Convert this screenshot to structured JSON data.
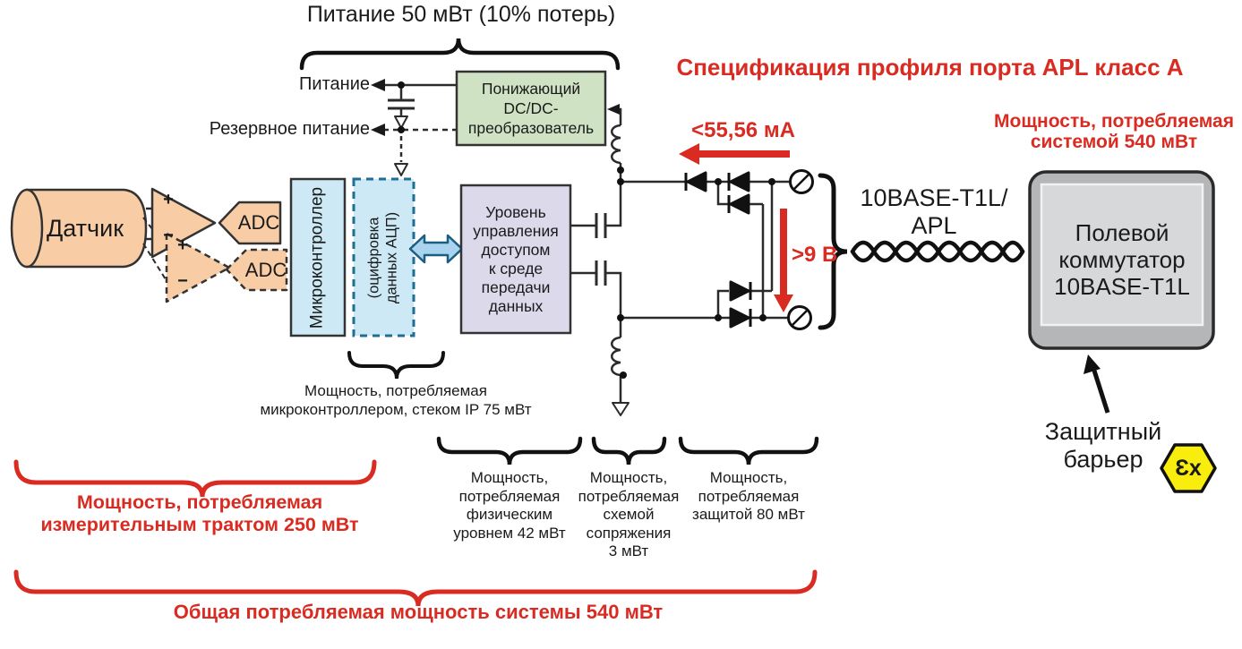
{
  "colors": {
    "accent_red": "#d92b21",
    "box_green": "#cfe3c4",
    "box_blue": "#cde9f6",
    "box_purple": "#dcd9ea",
    "shape_orange": "#f8cda6",
    "switch_outer_gray": "#b4b6b8",
    "switch_inner_gray": "#d6d8da",
    "ex_yellow": "#f8ed0c",
    "line_black": "#2b2b2b"
  },
  "header": {
    "title": "Спецификация профиля порта APL класс A",
    "top_power": "Питание 50 мВт (10% потерь)"
  },
  "supply": {
    "power": "Питание",
    "backup": "Резервное питание",
    "dcdc": [
      "Понижающий",
      "DC/DC-",
      "преобразователь"
    ]
  },
  "chain": {
    "sensor": "Датчик",
    "plus": "+",
    "minus": "−",
    "adc": "ADC",
    "mcu": "Микроконтроллер",
    "digitize": [
      "(оцифровка",
      "данных АЦП)"
    ],
    "mac": [
      "Уровень",
      "управления",
      "доступом",
      "к среде",
      "передачи",
      "данных"
    ]
  },
  "port": {
    "current": "<55,56 мА",
    "voltage": ">9 В",
    "cable": [
      "10BASE-T1L/",
      "APL"
    ],
    "switch": [
      "Полевой",
      "коммутатор",
      "10BASE-T1L"
    ],
    "system_power": [
      "Мощность, потребляемая",
      "системой 540 мВт"
    ],
    "barrier": [
      "Защитный",
      "барьер"
    ],
    "ex": "Ɛx"
  },
  "braces": {
    "mcu_power": [
      "Мощность, потребляемая",
      "микроконтроллером, стеком IP 75 мВт"
    ],
    "phy_power": [
      "Мощность,",
      "потребляемая",
      "физическим",
      "уровнем 42 мВт"
    ],
    "coupling_power": [
      "Мощность,",
      "потребляемая",
      "схемой",
      "сопряжения",
      "3 мВт"
    ],
    "protection_power": [
      "Мощность,",
      "потребляемая",
      "защитой 80 мВт"
    ],
    "measurement_power": [
      "Мощность, потребляемая",
      "измерительным трактом 250 мВт"
    ],
    "total_power": "Общая потребляемая мощность системы 540 мВт"
  }
}
